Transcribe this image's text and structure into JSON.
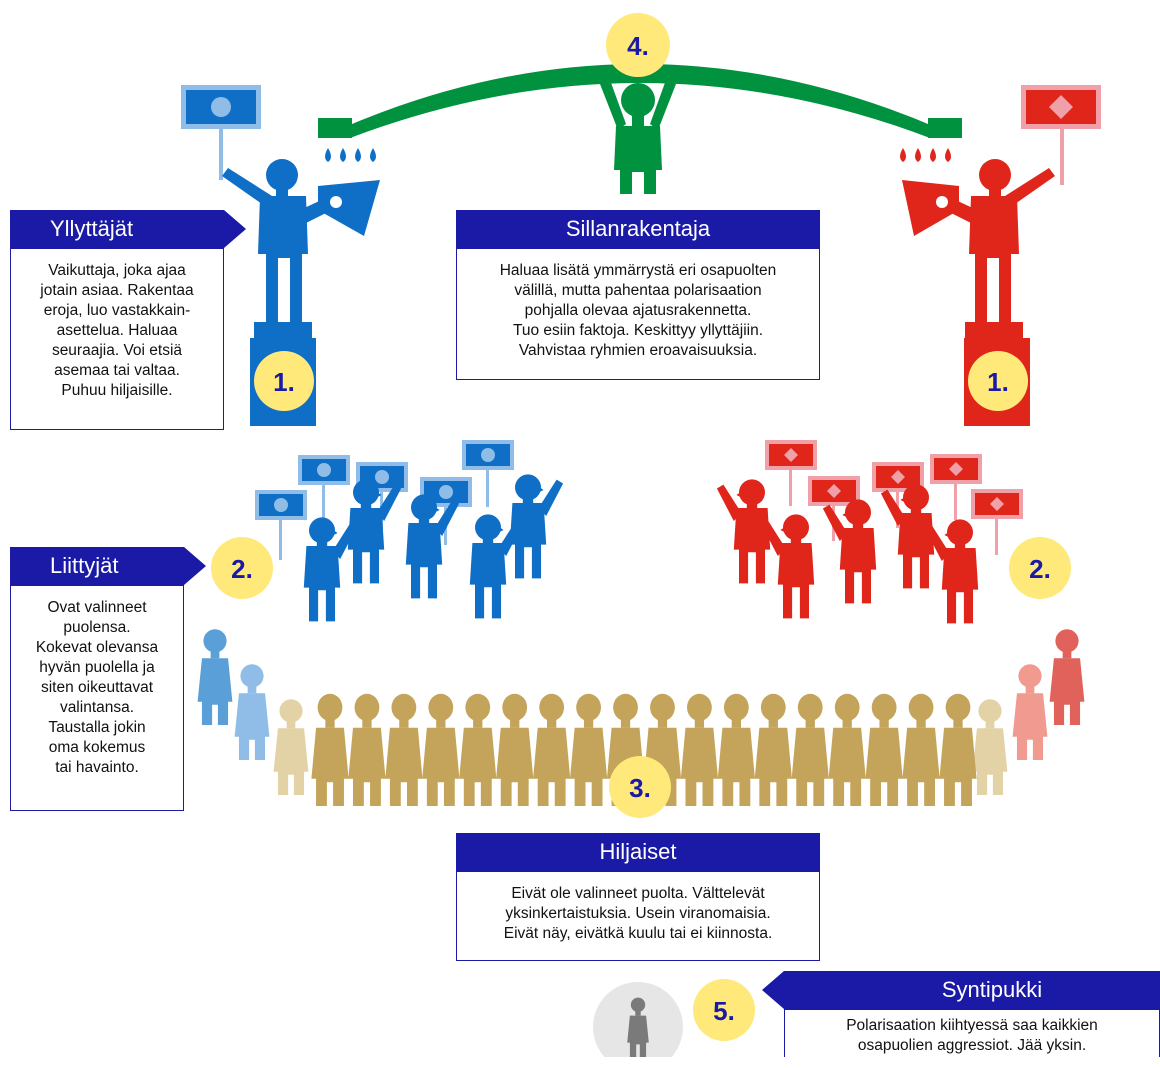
{
  "colors": {
    "blue": "#0f6fc6",
    "blue_light": "#8fbde8",
    "red": "#e0251b",
    "red_light": "#f0a0a8",
    "green": "#00923f",
    "gold": "#c4a45a",
    "beige": "#e3d2a5",
    "yellow": "#ffe97a",
    "navy": "#1a1aa6",
    "grey": "#7a7a7a"
  },
  "numbers": {
    "bridge": "4.",
    "left_instigator": "1.",
    "right_instigator": "1.",
    "left_joiners": "2.",
    "right_joiners": "2.",
    "silent": "3.",
    "scapegoat": "5."
  },
  "roles": {
    "instigators": {
      "title": "Yllyttäjät",
      "lines": [
        "Vaikuttaja, joka ajaa",
        "jotain asiaa. Rakentaa",
        "eroja, luo vastakkain-",
        "asettelua. Haluaa",
        "seuraajia. Voi etsiä",
        "asemaa tai valtaa.",
        "Puhuu hiljaisille."
      ]
    },
    "bridge_builder": {
      "title": "Sillanrakentaja",
      "lines": [
        "Haluaa lisätä ymmärrystä eri osapuolten",
        "välillä, mutta pahentaa polarisaation",
        "pohjalla olevaa ajatusrakennetta.",
        "Tuo esiin faktoja. Keskittyy yllyttäjiin.",
        "Vahvistaa ryhmien eroavaisuuksia."
      ]
    },
    "joiners": {
      "title": "Liittyjät",
      "lines": [
        "Ovat valinneet",
        "puolensa.",
        "Kokevat olevansa",
        "hyvän puolella ja",
        "siten oikeuttavat",
        "valintansa.",
        "Taustalla jokin",
        "oma kokemus",
        "tai havainto."
      ]
    },
    "silent": {
      "title": "Hiljaiset",
      "lines": [
        "Eivät ole valinneet puolta. Välttelevät",
        "yksinkertaistuksia. Usein viranomaisia.",
        "Eivät näy, eivätkä kuulu tai ei kiinnosta."
      ]
    },
    "scapegoat": {
      "title": "Syntipukki",
      "lines": [
        "Polarisaation kiihtyessä saa kaikkien",
        "osapuolien aggressiot. Jää yksin."
      ]
    }
  }
}
